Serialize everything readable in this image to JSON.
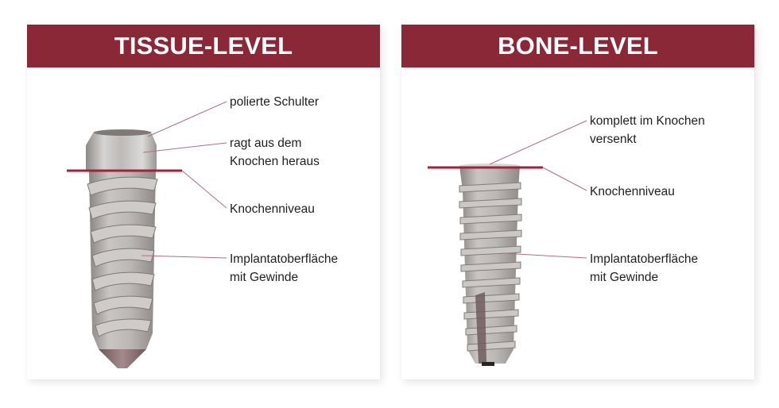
{
  "colors": {
    "header_bg": "#8B2838",
    "bone_line": "#A3223A",
    "leader_line": "#B0707E"
  },
  "panels": [
    {
      "title": "TISSUE-LEVEL",
      "image": "tissue-level-implant",
      "labels": [
        {
          "lines": [
            "polierte Schulter"
          ]
        },
        {
          "lines": [
            "ragt aus dem",
            "Knochen heraus"
          ]
        },
        {
          "lines": [
            "Knochenniveau"
          ]
        },
        {
          "lines": [
            "Implantatoberfläche",
            "mit Gewinde"
          ]
        }
      ]
    },
    {
      "title": "BONE-LEVEL",
      "image": "bone-level-implant",
      "labels": [
        {
          "lines": [
            "komplett im Knochen",
            "versenkt"
          ]
        },
        {
          "lines": [
            "Knochenniveau"
          ]
        },
        {
          "lines": [
            "Implantatoberfläche",
            "mit Gewinde"
          ]
        }
      ]
    }
  ]
}
